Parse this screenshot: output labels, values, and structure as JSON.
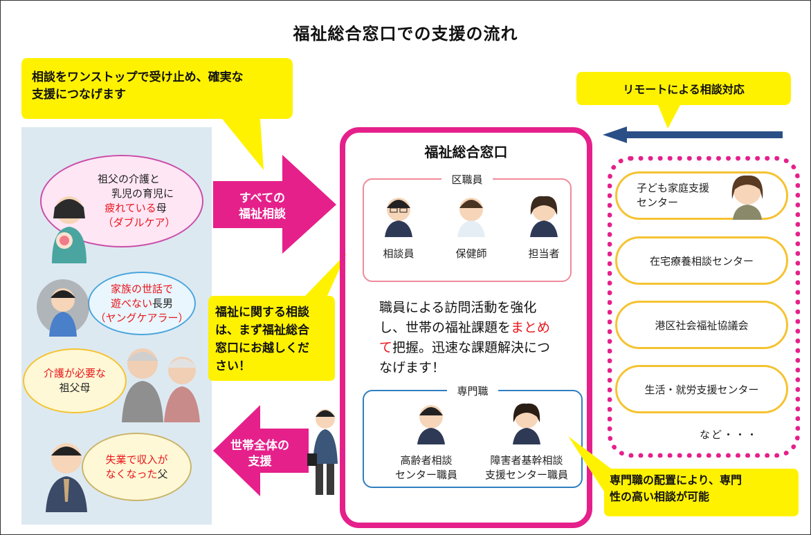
{
  "title": "福祉総合窓口での支援の流れ",
  "callouts": {
    "one_stop": [
      "相談をワンストップで受け止め、確実な",
      "支援につなげます"
    ],
    "remote": "リモートによる相談対応",
    "consult": [
      "福祉に関する相談",
      "は、まず福祉総合",
      "窓口にお越しくだ",
      "さい！"
    ],
    "specialist": [
      "専門職の配置により、専門",
      "性の高い相談が可能"
    ]
  },
  "arrows": {
    "right_label": [
      "すべての",
      "福祉相談"
    ],
    "left_label": [
      "世帯全体の",
      "支援"
    ]
  },
  "cases": {
    "mother": {
      "line1": "祖父の介護と",
      "line2": "乳児の育児に",
      "line3_red": "疲れている",
      "line3_black": "母",
      "line4_red": "（ダブルケア）"
    },
    "son": {
      "line1_red": "家族の世話で",
      "line2_red": "遊べない",
      "line2_black": "長男",
      "line3_red": "（ヤングケアラー）"
    },
    "grandparents": {
      "line1_red": "介護が必要な",
      "line2": "祖父母"
    },
    "father": {
      "line1_red": "失業で収入が",
      "line2_red": "なくなった",
      "line2_black": "父"
    }
  },
  "center": {
    "heading": "福祉総合窓口",
    "ward_staff_label": "区職員",
    "ward_staff": [
      "相談員",
      "保健師",
      "担当者"
    ],
    "text_lines": [
      "職員による訪問活動を強化",
      "し、世帯の福祉課題を",
      "て",
      "把握。迅速な課題解決につ",
      "なげます！"
    ],
    "text_red": "まとめ",
    "specialist_label": "専門職",
    "specialists": [
      [
        "高齢者相談",
        "センター職員"
      ],
      [
        "障害者基幹相談",
        "支援センター職員"
      ]
    ]
  },
  "orgs": [
    "子ども家庭支援",
    "センター",
    "在宅療養相談センター",
    "港区社会福祉協議会",
    "生活・就労支援センター"
  ],
  "orgs_more": "など・・・",
  "colors": {
    "accent_pink": "#e5208b",
    "callout_yellow": "#fff200",
    "panel_blue": "#dde9f1",
    "org_border": "#f5c331",
    "remote_arrow": "#2a4f86",
    "ward_frame": "#f08a9a",
    "specialist_frame": "#2e7fc1",
    "red_text": "#e8151b"
  },
  "icons": [
    "person-icon",
    "arrow-right-icon",
    "arrow-left-icon",
    "remote-arrow-icon"
  ]
}
